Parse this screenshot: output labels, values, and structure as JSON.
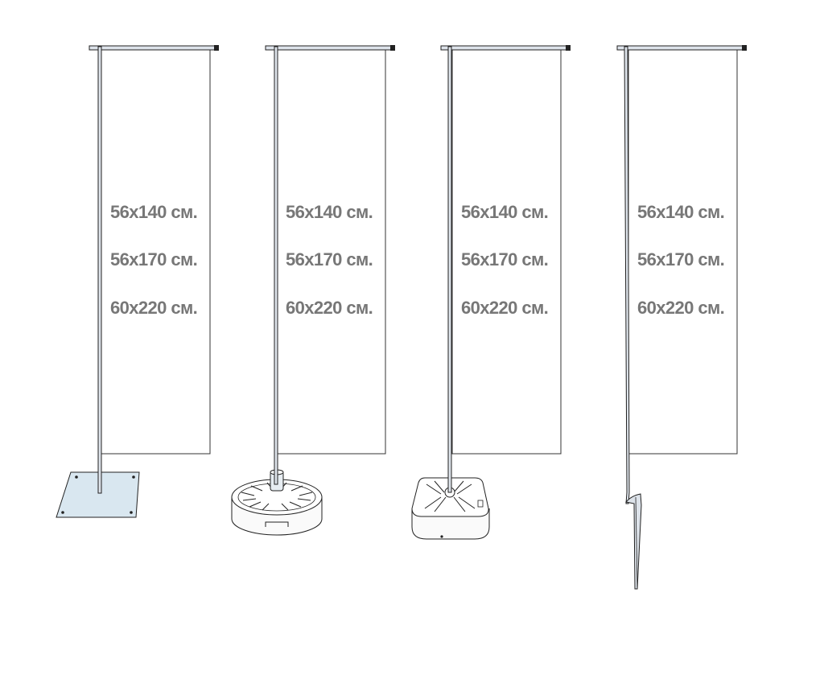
{
  "colors": {
    "outline": "#222222",
    "pole": "#dde3ea",
    "plate": "#d9e7f0",
    "label": "#777777",
    "background": "#ffffff"
  },
  "banners": [
    {
      "base": "square-plate",
      "sizes": [
        "56x140 см.",
        "56x170 см.",
        "60x220 см."
      ]
    },
    {
      "base": "round-water-base",
      "sizes": [
        "56x140 см.",
        "56x170 см.",
        "60x220 см."
      ]
    },
    {
      "base": "square-water-base",
      "sizes": [
        "56x140 см.",
        "56x170 см.",
        "60x220 см."
      ]
    },
    {
      "base": "ground-spike",
      "sizes": [
        "56x140 см.",
        "56x170 см.",
        "60x220 см."
      ]
    }
  ]
}
